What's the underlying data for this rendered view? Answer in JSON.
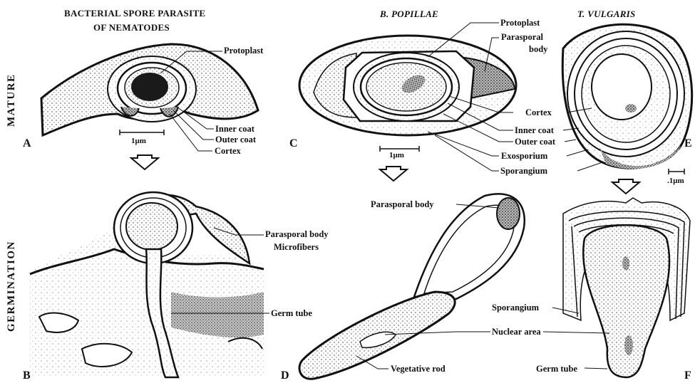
{
  "titles": {
    "left_line1": "BACTERIAL SPORE PARASITE",
    "left_line2": "OF NEMATODES",
    "middle": "B. POPILLAE",
    "right": "T. VULGARIS"
  },
  "row_labels": {
    "top": "MATURE",
    "bottom": "GERMINATION"
  },
  "panels": {
    "a": "A",
    "b": "B",
    "c": "C",
    "d": "D",
    "e": "E",
    "f": "F"
  },
  "scale_bars": {
    "a": "1μm",
    "c": "1μm",
    "e": ".1μm"
  },
  "labels": {
    "a_protoplast": "Protoplast",
    "a_inner_coat": "Inner coat",
    "a_outer_coat": "Outer coat",
    "a_cortex": "Cortex",
    "b_parasporal_body": "Parasporal body",
    "b_microfibers": "Microfibers",
    "b_germ_tube": "Germ tube",
    "c_protoplast": "Protoplast",
    "c_parasporal_line1": "Parasporal",
    "c_parasporal_line2": "body",
    "c_cortex": "Cortex",
    "c_inner_coat": "Inner coat",
    "c_outer_coat": "Outer coat",
    "c_exosporium": "Exosporium",
    "c_sporangium": "Sporangium",
    "d_parasporal_body": "Parasporal body",
    "d_nuclear_area": "Nuclear area",
    "d_vegetative_rod": "Vegetative rod",
    "f_sporangium": "Sporangium",
    "f_germ_tube": "Germ tube"
  }
}
